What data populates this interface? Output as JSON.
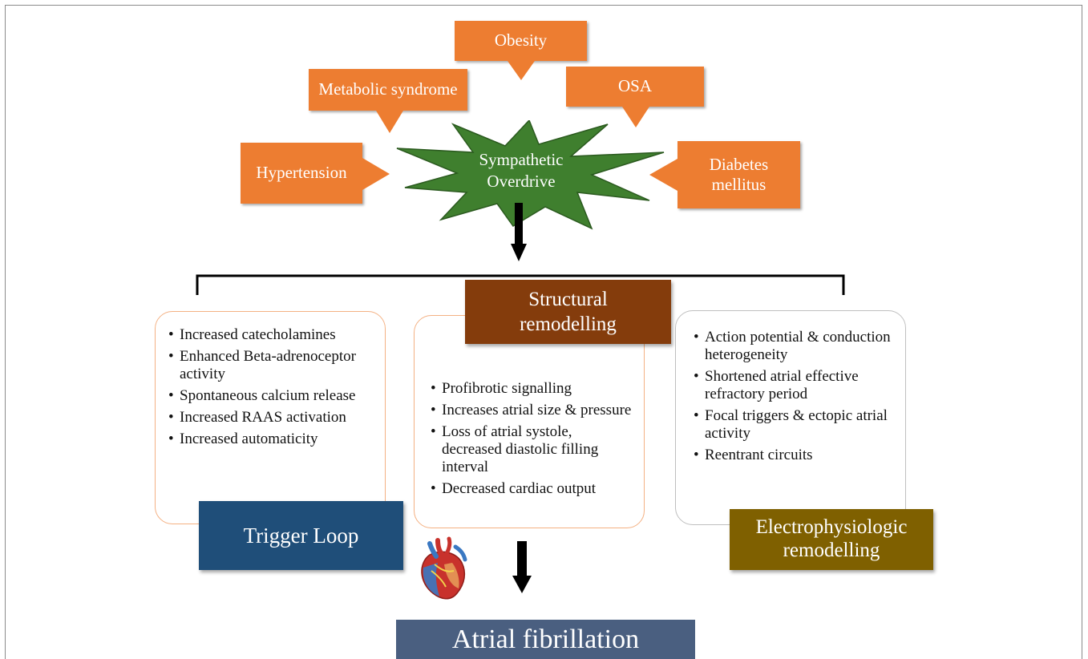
{
  "risk_factors": {
    "obesity": "Obesity",
    "metabolic_syndrome": "Metabolic syndrome",
    "osa": "OSA",
    "hypertension": "Hypertension",
    "diabetes": "Diabetes mellitus"
  },
  "center": "Sympathetic Overdrive",
  "structural": {
    "title": "Structural remodelling",
    "items": [
      "Profibrotic signalling",
      "Increases atrial size & pressure",
      "Loss of atrial systole, decreased diastolic filling interval",
      "Decreased cardiac output"
    ]
  },
  "trigger": {
    "title": "Trigger Loop",
    "items": [
      "Increased catecholamines",
      "Enhanced Beta-adrenoceptor activity",
      "Spontaneous calcium release",
      "Increased RAAS activation",
      "Increased automaticity"
    ]
  },
  "electro": {
    "title": "Electrophysiologic remodelling",
    "items": [
      "Action potential & conduction heterogeneity",
      "Shortened atrial effective refractory period",
      "Focal triggers & ectopic atrial activity",
      "Reentrant circuits"
    ]
  },
  "outcome": "Atrial fibrillation",
  "colors": {
    "orange": "#ed7d31",
    "starburst": "#3f7f2e",
    "structural": "#843c0c",
    "trigger": "#1f4e79",
    "electro": "#7f6000",
    "outcome": "#4a5f80"
  }
}
